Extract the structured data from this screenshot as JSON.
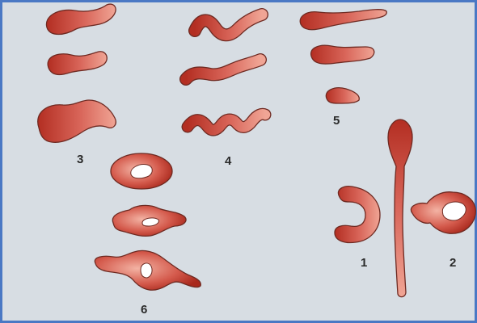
{
  "colors": {
    "border": "#4a78c4",
    "background": "#d7dde3",
    "fill_dark": "#b32e22",
    "fill_light": "#f0a595",
    "outline": "#6e2a22",
    "hole": "#ffffff"
  },
  "labels": {
    "group_1": "1",
    "group_2": "2",
    "group_3": "3",
    "group_4": "4",
    "group_5": "5",
    "group_6": "6"
  }
}
